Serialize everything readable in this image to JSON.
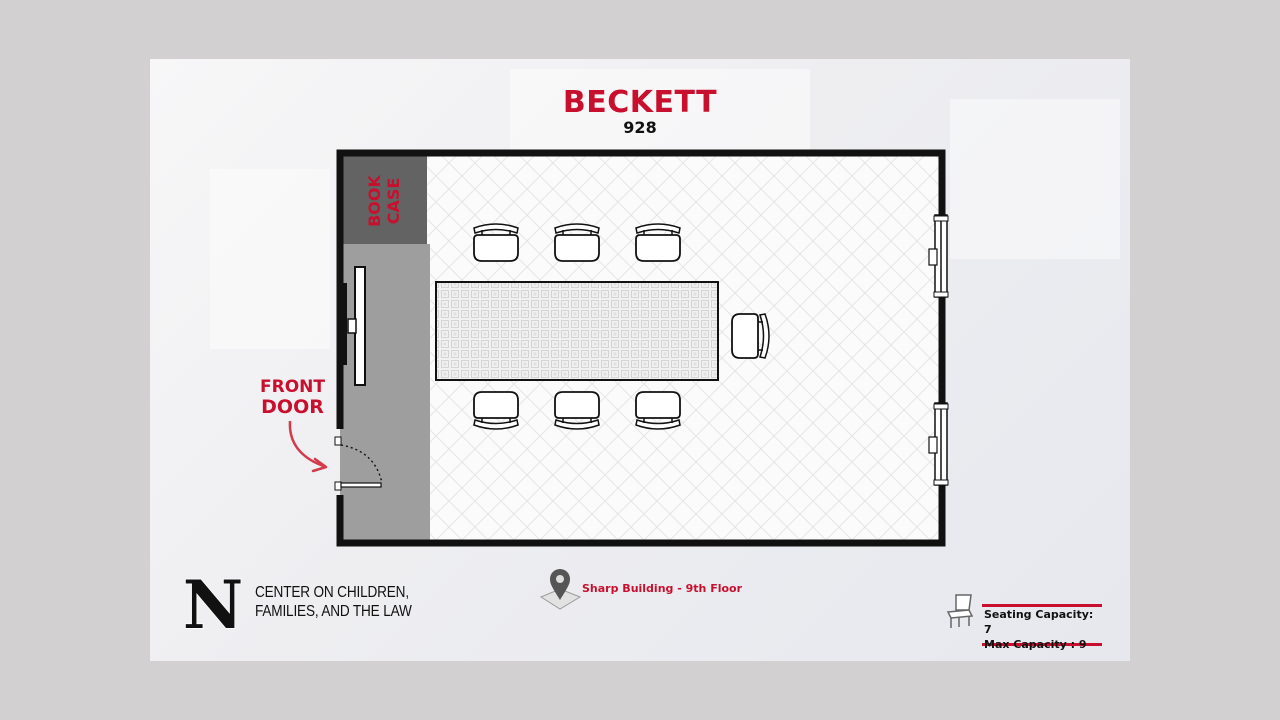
{
  "room": {
    "name": "BECKETT",
    "number": "928"
  },
  "labels": {
    "bookcase": [
      "BOOK",
      "CASE"
    ],
    "front_door": [
      "FRONT",
      "DOOR"
    ]
  },
  "org": {
    "logo_letter": "N",
    "name_lines": [
      "CENTER ON CHILDREN,",
      "FAMILIES, AND THE LAW"
    ]
  },
  "location": {
    "icon": "map-pin-icon",
    "text": "Sharp Building - 9th Floor"
  },
  "capacity": {
    "icon": "chair-icon",
    "seating": "Seating Capacity: 7",
    "max": "Max Capacity : 9"
  },
  "colors": {
    "accent": "#c8102e",
    "wall": "#111111",
    "bookcase": "#636363",
    "side_area": "#9e9e9e",
    "background": "#d2d0d1"
  }
}
